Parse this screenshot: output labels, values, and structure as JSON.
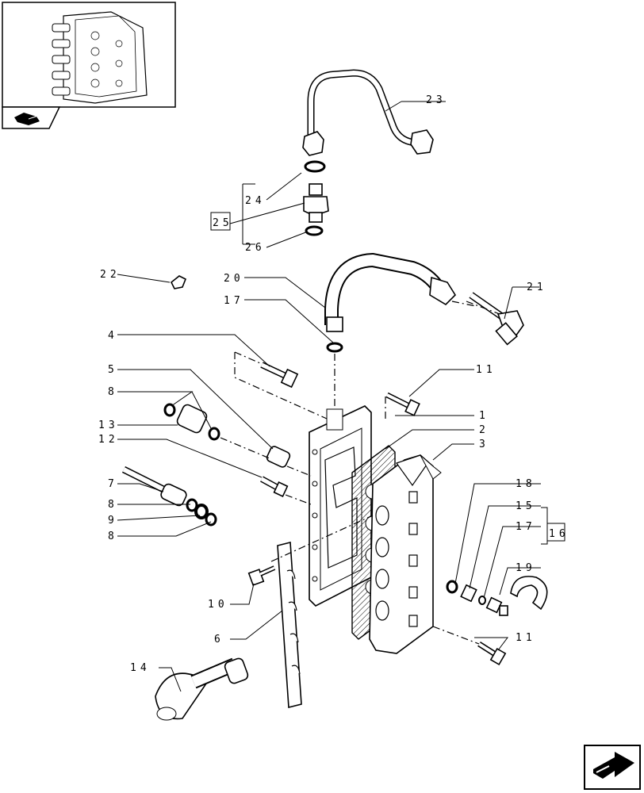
{
  "callouts": {
    "c1": "1",
    "c2": "2",
    "c3": "3",
    "c4": "4",
    "c5": "5",
    "c6": "6",
    "c7": "7",
    "c8a": "8",
    "c8b": "8",
    "c8c": "8",
    "c9": "9",
    "c10": "10",
    "c11a": "11",
    "c11b": "11",
    "c12": "12",
    "c13": "13",
    "c14": "14",
    "c15": "15",
    "c16": "16",
    "c17a": "17",
    "c17b": "17",
    "c18": "18",
    "c19": "19",
    "c20": "20",
    "c21": "21",
    "c22": "22",
    "c23": "23",
    "c24": "24",
    "c25": "25",
    "c26": "26"
  },
  "icons": {
    "thumbnail": "assembly-thumbnail-icon",
    "book": "book-icon",
    "nav": "next-page-arrow-icon"
  }
}
